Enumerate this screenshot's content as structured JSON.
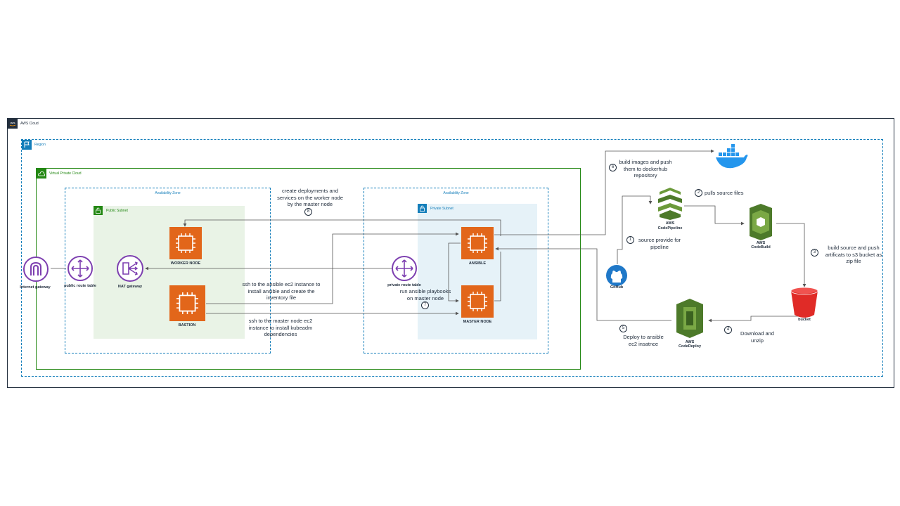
{
  "containers": {
    "aws_cloud": "AWS Cloud",
    "region": "Region",
    "vpc": "Virtual Private Cloud",
    "az_left": "Availability Zone",
    "az_right": "Availability Zone",
    "public_subnet": "Public Subnet",
    "private_subnet": "Private Subnet"
  },
  "nodes": {
    "internet_gateway": "Internet gateway",
    "public_route_table": "public route table",
    "nat_gateway": "NAT gateway",
    "worker_node": "WORKER NODE",
    "bastion": "BASTION",
    "private_route_table": "private route table",
    "ansible": "ANSIBLE",
    "master_node": "MASTER NODE",
    "codepipeline_line1": "AWS",
    "codepipeline_line2": "CodePipeline",
    "codebuild_line1": "AWS",
    "codebuild_line2": "CodeBuild",
    "codedeploy_line1": "AWS",
    "codedeploy_line2": "CodeDeploy",
    "bucket": "bucket",
    "github": "GitHub"
  },
  "notes": {
    "n1_a": "source provide for",
    "n1_b": "pipeline",
    "n2": "pulls source files",
    "n3_a": "build source and push",
    "n3_b": "artificats to s3 bucket as",
    "n3_c": "zip file",
    "n4_a": "Download and",
    "n4_b": "unzip",
    "n5_a": "Deploy to ansible",
    "n5_b": "ec2 insatnce",
    "n6_a": "build images and push",
    "n6_b": "them to dockerhub",
    "n6_c": "repository",
    "n7_a": "run ansible playbooks",
    "n7_b": "on master node",
    "n8_a": "create deployments and",
    "n8_b": "services on the worker node",
    "n8_c": "by the master node",
    "ssh_ansible_a": "ssh to the ansible ec2 instance to",
    "ssh_ansible_b": "install ansible and create the",
    "ssh_ansible_c": "inventory file",
    "ssh_master_a": "ssh to the master node ec2",
    "ssh_master_b": "instance to install kubeadm",
    "ssh_master_c": "dependencies"
  },
  "steps": [
    "1",
    "2",
    "3",
    "4",
    "5",
    "6",
    "7",
    "8"
  ],
  "colors": {
    "ec2": "#e2661a",
    "network": "#7d3fb0",
    "dev_tools": "#4d7a2a",
    "s3": "#e02b27",
    "docker": "#2496ed",
    "vpc_border": "#248814",
    "region_border": "#147eba",
    "public_subnet_bg": "#e9f3e6",
    "private_subnet_bg": "#e6f2f8"
  }
}
